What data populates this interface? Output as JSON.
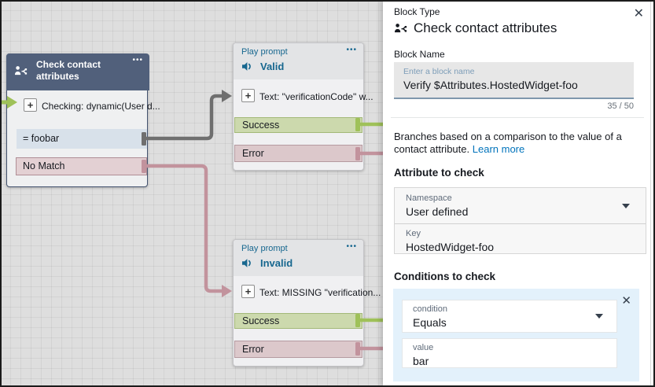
{
  "icons": {
    "plus": "+",
    "menu": "•••",
    "close": "✕"
  },
  "colors": {
    "block_header_dark": "#51607b",
    "success_fill": "#ccd9ad",
    "success_border": "#a3b878",
    "error_fill": "#dcc8cb",
    "error_border": "#b59aa0",
    "no_match_fill": "#e3d0d3",
    "equals_fill": "#d8e1ea",
    "connector_gray": "#6f6f6f",
    "connector_pink": "#c2939d",
    "connector_green": "#9fc159",
    "prompt_blue": "#17678f",
    "link_blue": "#0073bb",
    "conditions_bg": "#e3f1fb"
  },
  "canvas": {
    "check_block": {
      "title": "Check contact attributes",
      "checking_row": "Checking: dynamic(User d...",
      "equals_row": "= foobar",
      "no_match_row": "No Match"
    },
    "valid_block": {
      "type_label": "Play prompt",
      "title": "Valid",
      "text_row": "Text: \"verificationCode\" w...",
      "success": "Success",
      "error": "Error"
    },
    "invalid_block": {
      "type_label": "Play prompt",
      "title": "Invalid",
      "text_row": "Text: MISSING \"verification...",
      "success": "Success",
      "error": "Error"
    }
  },
  "panel": {
    "block_type_label": "Block Type",
    "title": "Check contact attributes",
    "block_name_label": "Block Name",
    "block_name_placeholder": "Enter a block name",
    "block_name_value": "Verify $Attributes.HostedWidget-foo",
    "char_counter": "35 / 50",
    "description": "Branches based on a comparison to the value of a contact attribute.",
    "learn_more": "Learn more",
    "attribute_heading": "Attribute to check",
    "namespace_label": "Namespace",
    "namespace_value": "User defined",
    "key_label": "Key",
    "key_value": "HostedWidget-foo",
    "conditions_heading": "Conditions to check",
    "condition_label": "condition",
    "condition_value": "Equals",
    "value_label": "value",
    "value_value": "bar"
  }
}
